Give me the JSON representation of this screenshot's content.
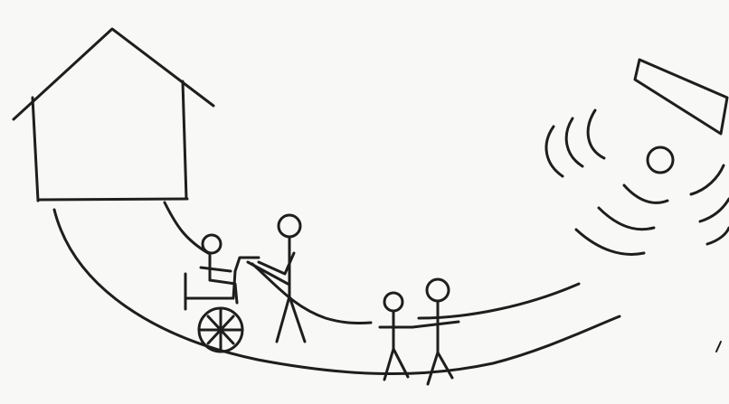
{
  "scene": {
    "background_color": "#f8f8f6",
    "ink_color": "#1e1e1e",
    "elements": [
      "house",
      "person-in-wheelchair",
      "caregiver-pushing-wheelchair",
      "two-walking-people",
      "signal-tower"
    ]
  }
}
